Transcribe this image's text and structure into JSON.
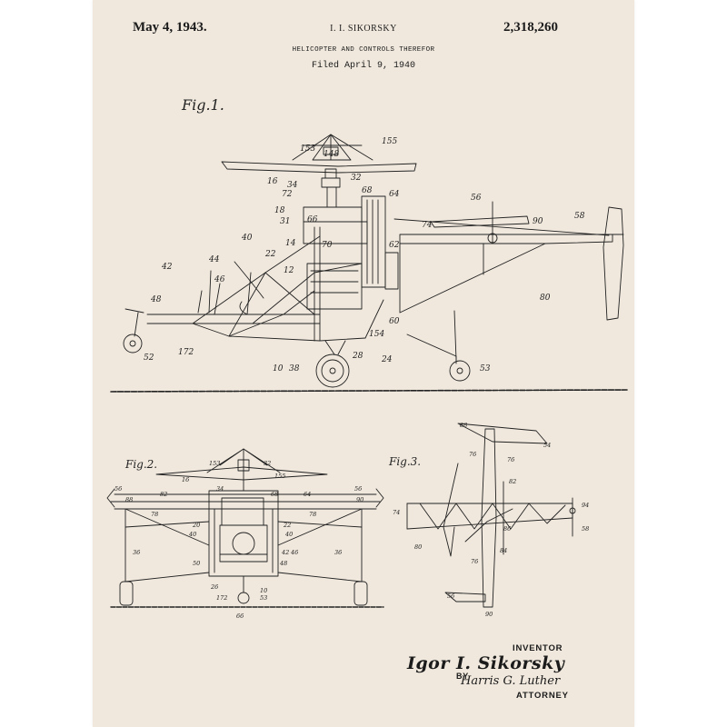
{
  "header": {
    "date": "May 4, 1943.",
    "inventor": "I. I. SIKORSKY",
    "patent_number": "2,318,260",
    "title": "HELICOPTER AND CONTROLS THEREFOR",
    "filed": "Filed April 9, 1940"
  },
  "figures": {
    "fig1": {
      "caption": "Fig.1."
    },
    "fig2": {
      "caption": "Fig.2."
    },
    "fig3": {
      "caption": "Fig.3."
    }
  },
  "signature": {
    "inventor_label": "INVENTOR",
    "inventor_name": "Igor I. Sikorsky",
    "by_label": "BY",
    "attorney_name": "Harris G. Luther",
    "attorney_label": "ATTORNEY"
  },
  "colors": {
    "paper": "#f0e8dd",
    "ink": "#1b1b1b"
  }
}
